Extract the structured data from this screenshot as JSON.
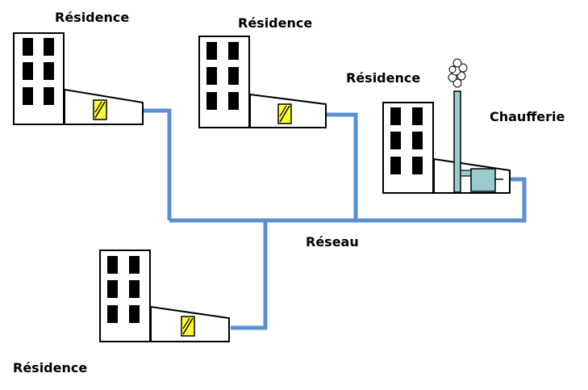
{
  "labels": {
    "residence_1": "Résidence",
    "residence_2": "Résidence",
    "residence_3": "Résidence",
    "residence_4": "Résidence",
    "chaufferie": "Chaufferie",
    "reseau": "Réseau"
  },
  "colors": {
    "network_pipe": "#5b8fd4",
    "substation_box": "#ffff33",
    "boiler": "#99cccc",
    "window": "#000000",
    "outline": "#000000"
  }
}
